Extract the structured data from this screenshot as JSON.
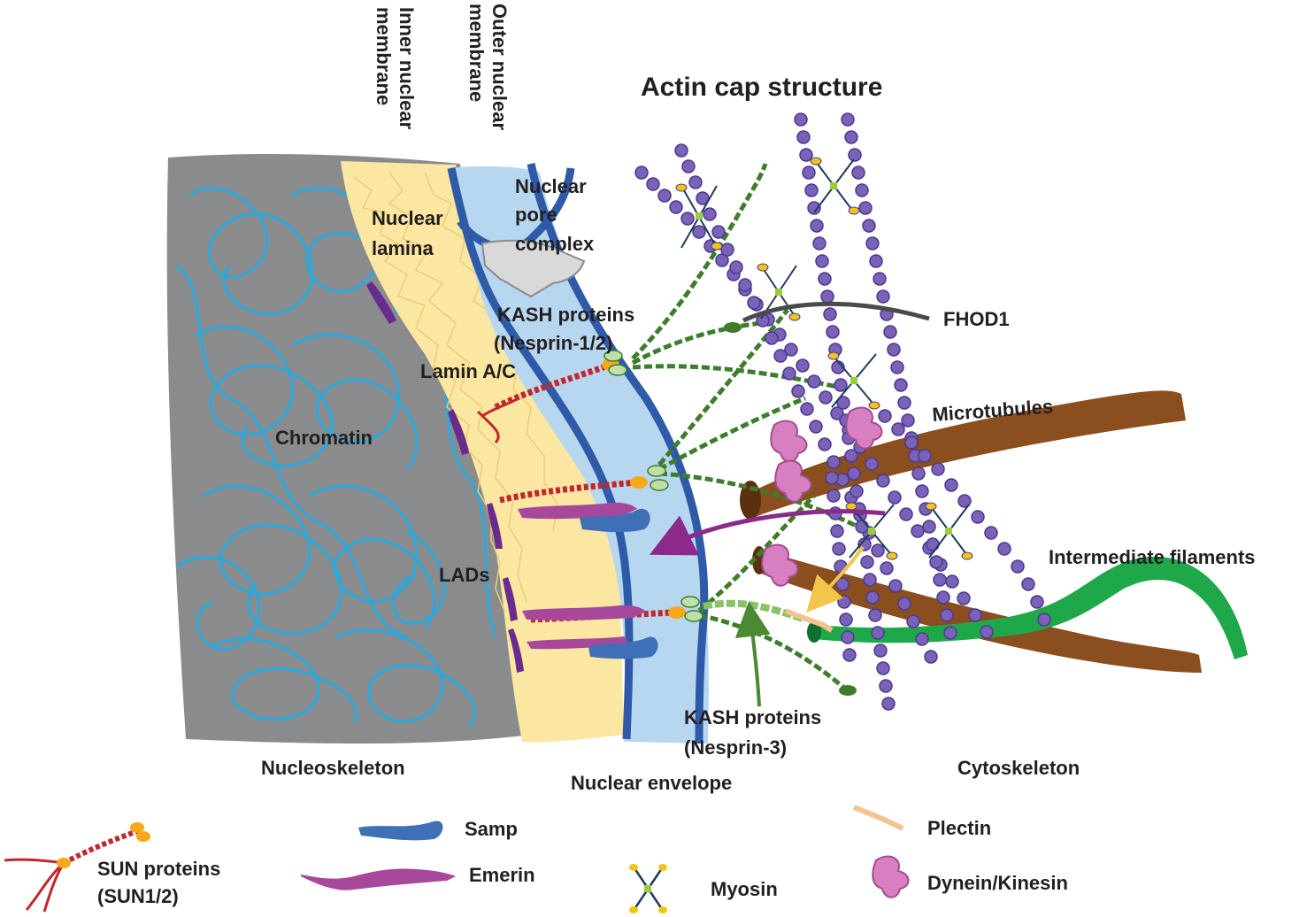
{
  "title": "Actin cap structure",
  "labels": {
    "inner_membrane_1": "Inner nuclear",
    "inner_membrane_2": "membrane",
    "outer_membrane_1": "Outer nuclear",
    "outer_membrane_2": "membrane",
    "npc_1": "Nuclear",
    "npc_2": "pore",
    "npc_3": "complex",
    "lamina_1": "Nuclear",
    "lamina_2": "lamina",
    "kash12_1": "KASH proteins",
    "kash12_2": "(Nesprin-1/2)",
    "lamin": "Lamin A/C",
    "fhod1": "FHOD1",
    "microtubules": "Microtubules",
    "chromatin": "Chromatin",
    "intermediate": "Intermediate filaments",
    "lads": "LADs",
    "kash3_1": "KASH proteins",
    "kash3_2": "(Nesprin-3)",
    "nucleoskeleton": "Nucleoskeleton",
    "envelope": "Nuclear envelope",
    "cytoskeleton": "Cytoskeleton"
  },
  "legend": {
    "sun_1": "SUN proteins",
    "sun_2": "(SUN1/2)",
    "samp": "Samp",
    "emerin": "Emerin",
    "myosin": "Myosin",
    "plectin": "Plectin",
    "dynein": "Dynein/Kinesin"
  },
  "colors": {
    "nucleoskeleton": "#8a8b8d",
    "chromatin": "#27aae1",
    "lamina": "#fbe6a2",
    "membrane_fill": "#b7d6ef",
    "membrane_line": "#2e5aa8",
    "actin": "#7b62b8",
    "actin_edge": "#4b3a8f",
    "microtubule": "#8b4f1f",
    "intermediate": "#1fa84a",
    "kash": "#3e7d2c",
    "sun": "#c1272d",
    "emerin": "#a8489c",
    "samp": "#3f6fb7",
    "dynein": "#d77fc1",
    "plectin": "#f6c28f",
    "myosin": "#1f3a5f",
    "fhod1": "#4a4a4a",
    "lads": "#6a2c8c",
    "arrow_purple": "#8b2a8a",
    "arrow_green": "#4a8a33",
    "arrow_yellow": "#f3c54a"
  }
}
